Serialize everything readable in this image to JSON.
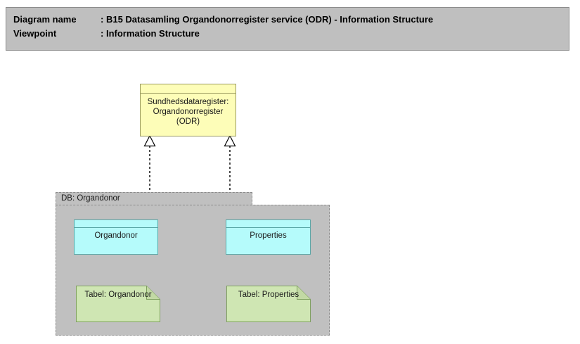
{
  "header": {
    "line1_label": "Diagram name",
    "line1_sep": ": ",
    "line1_value": "B15 Datasamling Organdonorregister service (ODR) - Information Structure",
    "line2_label": "Viewpoint",
    "line2_sep": ": ",
    "line2_value": "Information Structure",
    "background_color": "#bfbfbf",
    "border_color": "#8c8c8c"
  },
  "diagram": {
    "type": "archimate-information-structure",
    "group": {
      "name": "DB: Organdonor",
      "fill_color": "#c0c0c0",
      "border_style": "dashed",
      "border_color": "#8a8a8a"
    },
    "nodes": [
      {
        "id": "odr",
        "label": "Sundhedsdataregister: Organdonorregister (ODR)",
        "label_lines": [
          "Sundhedsdataregister:",
          "Organdonorregister",
          "(ODR)"
        ],
        "shape": "data-object",
        "fill_color": "#fdfdb8",
        "border_color": "#9a9a60"
      },
      {
        "id": "organdonor",
        "label": "Organdonor",
        "shape": "data-object",
        "fill_color": "#b5fbfb",
        "border_color": "#5aa7a7"
      },
      {
        "id": "properties",
        "label": "Properties",
        "shape": "data-object",
        "fill_color": "#b5fbfb",
        "border_color": "#5aa7a7"
      },
      {
        "id": "tabel-organdonor",
        "label": "Tabel: Organdonor",
        "shape": "artifact-note",
        "fill_color": "#cfe6b3",
        "border_color": "#7fa05f"
      },
      {
        "id": "tabel-properties",
        "label": "Tabel: Properties",
        "shape": "artifact-note",
        "fill_color": "#cfe6b3",
        "border_color": "#7fa05f"
      }
    ],
    "connectors": [
      {
        "id": "organdonor-to-odr",
        "from": "organdonor",
        "to": "odr",
        "type": "realization",
        "style": "dashed",
        "arrow": "hollow-triangle"
      },
      {
        "id": "properties-to-odr",
        "from": "properties",
        "to": "odr",
        "type": "realization",
        "style": "dashed",
        "arrow": "hollow-triangle"
      },
      {
        "id": "tabel-organdonor-to-organdonor",
        "from": "tabel-organdonor",
        "to": "organdonor",
        "type": "realization",
        "style": "dashed",
        "arrow": "hollow-triangle"
      },
      {
        "id": "tabel-properties-to-properties",
        "from": "tabel-properties",
        "to": "properties",
        "type": "realization",
        "style": "dashed",
        "arrow": "hollow-triangle"
      }
    ]
  }
}
